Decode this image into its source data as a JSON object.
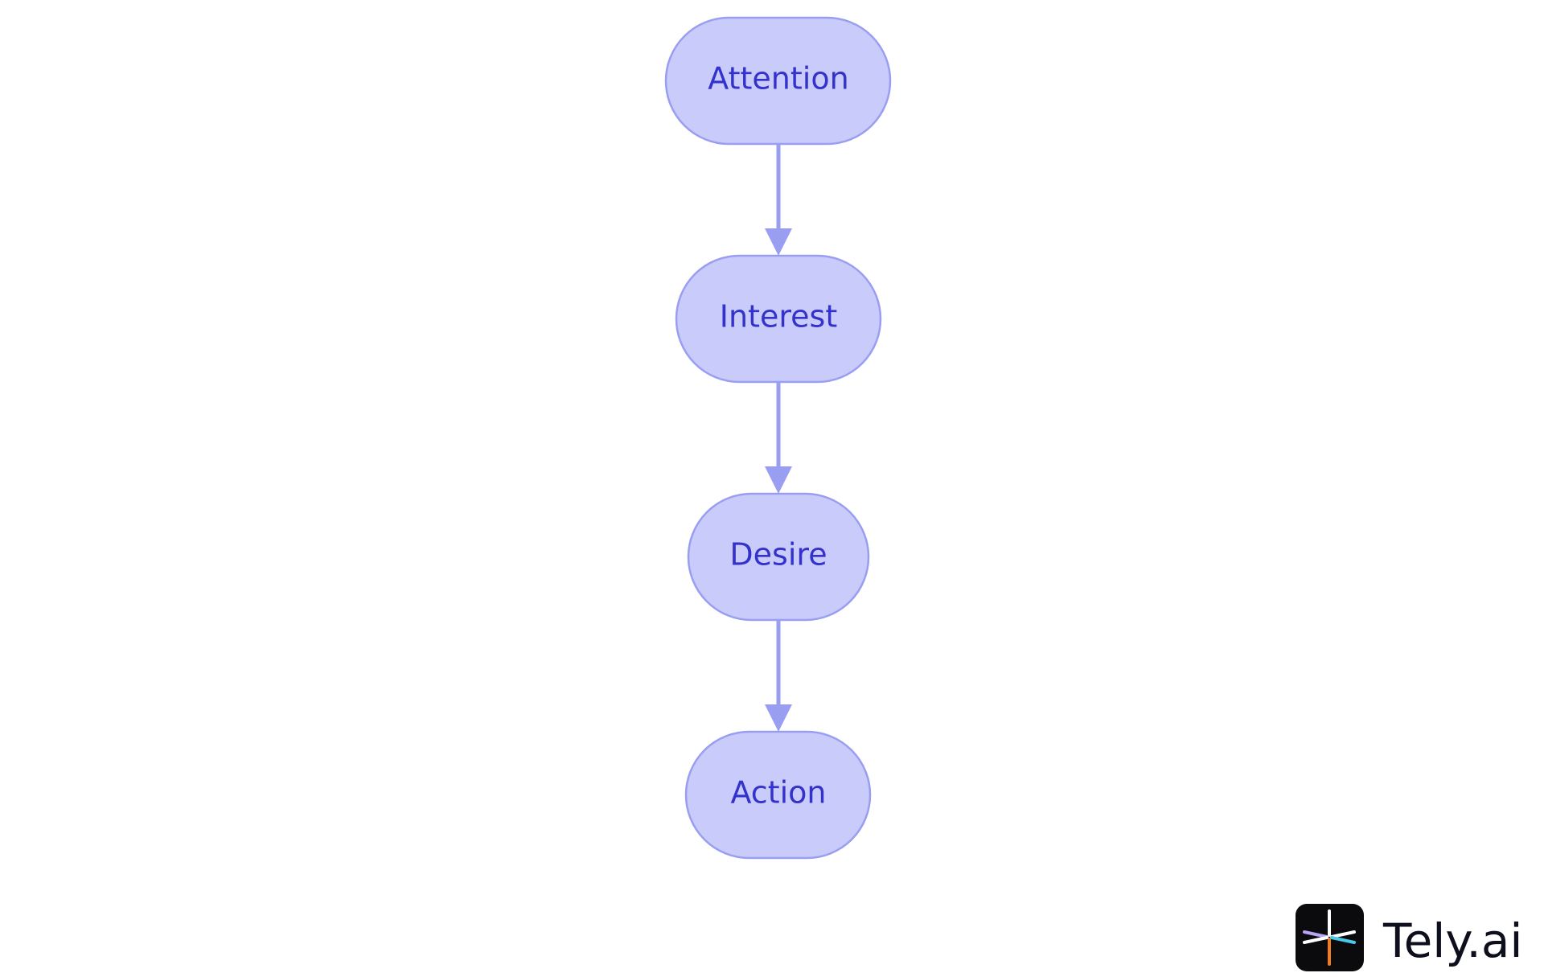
{
  "diagram": {
    "nodes": [
      {
        "id": "attention",
        "label": "Attention"
      },
      {
        "id": "interest",
        "label": "Interest"
      },
      {
        "id": "desire",
        "label": "Desire"
      },
      {
        "id": "action",
        "label": "Action"
      }
    ],
    "edges": [
      {
        "from": "attention",
        "to": "interest"
      },
      {
        "from": "interest",
        "to": "desire"
      },
      {
        "from": "desire",
        "to": "action"
      }
    ]
  },
  "watermark": {
    "brand_name": "Tely.ai",
    "logo_icon": "tely-logo-icon"
  },
  "colors": {
    "node_fill": "#c9cbfb",
    "node_stroke": "#9a9ef0",
    "node_text": "#3333cc",
    "edge": "#9a9ef0",
    "brand_text": "#0e0f1c",
    "logo_bg": "#0b0b0d"
  }
}
